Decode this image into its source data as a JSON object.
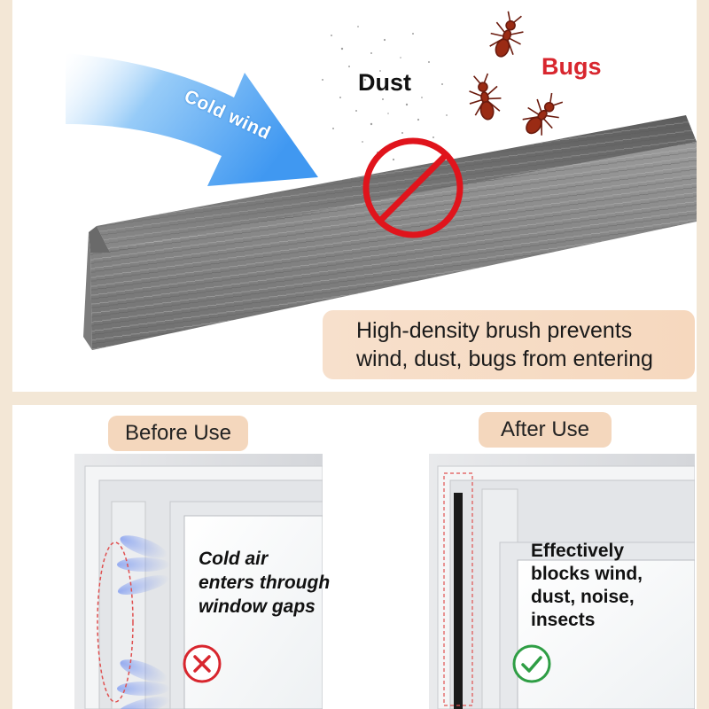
{
  "top": {
    "cold_wind_label": "Cold wind",
    "dust_label": "Dust",
    "bugs_label": "Bugs",
    "benefit_line1": "High-density brush prevents",
    "benefit_line2": "wind, dust, bugs from entering"
  },
  "before": {
    "title": "Before Use",
    "note_line1": "Cold air",
    "note_line2": "enters through",
    "note_line3": "window gaps",
    "status_icon": "cross-circle-icon",
    "status_color": "#d8262e"
  },
  "after": {
    "title": "After Use",
    "note_line1": "Effectively",
    "note_line2": "blocks wind,",
    "note_line3": "dust, noise,",
    "note_line4": "insects",
    "status_icon": "check-circle-icon",
    "status_color": "#2f9e45"
  },
  "colors": {
    "background": "#f3e7d6",
    "label_pill": "#f4d7bd",
    "wind_arrow": "#4aa3f0",
    "bugs_text": "#d8262e",
    "prohibition": "#e0141c",
    "brush": "#7a7a7a"
  }
}
